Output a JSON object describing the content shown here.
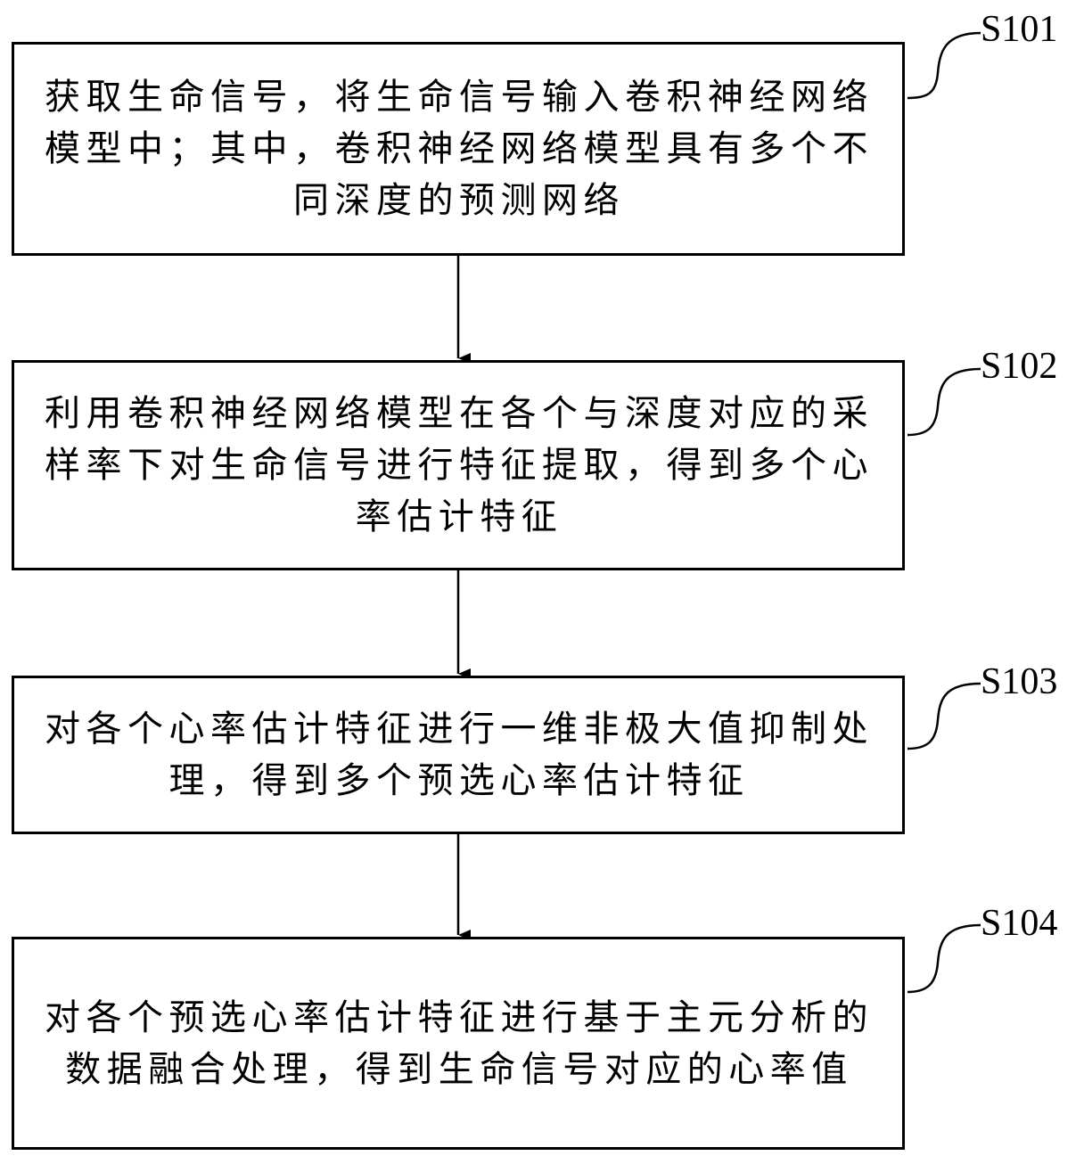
{
  "steps": [
    {
      "label": "S101",
      "text": "获取生命信号，将生命信号输入卷积神经网络模型中；其中，卷积神经网络模型具有多个不同深度的预测网络"
    },
    {
      "label": "S102",
      "text": "利用卷积神经网络模型在各个与深度对应的采样率下对生命信号进行特征提取，得到多个心率估计特征"
    },
    {
      "label": "S103",
      "text": "对各个心率估计特征进行一维非极大值抑制处理，得到多个预选心率估计特征"
    },
    {
      "label": "S104",
      "text": "对各个预选心率估计特征进行基于主元分析的数据融合处理，得到生命信号对应的心率值"
    }
  ]
}
